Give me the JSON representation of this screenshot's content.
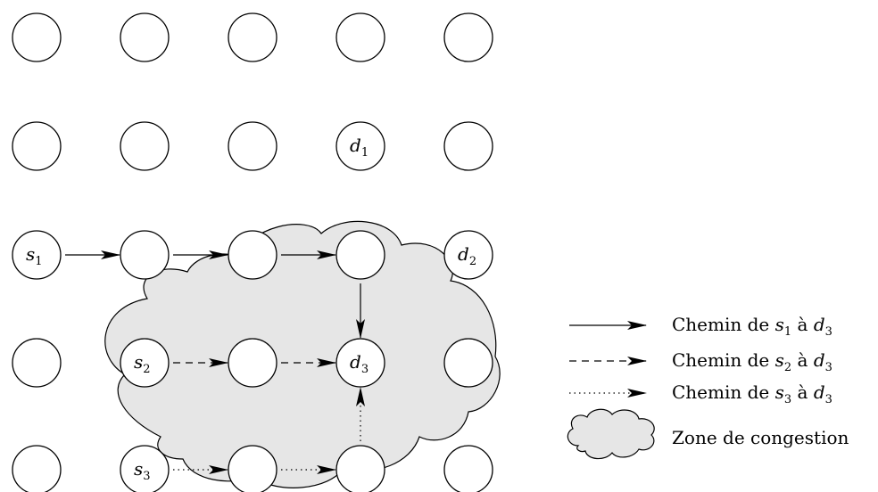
{
  "nodes": [
    {
      "row": 0,
      "col": 0,
      "label": "",
      "sub": ""
    },
    {
      "row": 0,
      "col": 1,
      "label": "",
      "sub": ""
    },
    {
      "row": 0,
      "col": 2,
      "label": "",
      "sub": ""
    },
    {
      "row": 0,
      "col": 3,
      "label": "",
      "sub": ""
    },
    {
      "row": 0,
      "col": 4,
      "label": "",
      "sub": ""
    },
    {
      "row": 1,
      "col": 0,
      "label": "",
      "sub": ""
    },
    {
      "row": 1,
      "col": 1,
      "label": "",
      "sub": ""
    },
    {
      "row": 1,
      "col": 2,
      "label": "",
      "sub": ""
    },
    {
      "row": 1,
      "col": 3,
      "label": "d",
      "sub": "1"
    },
    {
      "row": 1,
      "col": 4,
      "label": "",
      "sub": ""
    },
    {
      "row": 2,
      "col": 0,
      "label": "s",
      "sub": "1"
    },
    {
      "row": 2,
      "col": 1,
      "label": "",
      "sub": ""
    },
    {
      "row": 2,
      "col": 2,
      "label": "",
      "sub": ""
    },
    {
      "row": 2,
      "col": 3,
      "label": "",
      "sub": ""
    },
    {
      "row": 2,
      "col": 4,
      "label": "d",
      "sub": "2"
    },
    {
      "row": 3,
      "col": 0,
      "label": "",
      "sub": ""
    },
    {
      "row": 3,
      "col": 1,
      "label": "s",
      "sub": "2"
    },
    {
      "row": 3,
      "col": 2,
      "label": "",
      "sub": ""
    },
    {
      "row": 3,
      "col": 3,
      "label": "d",
      "sub": "3"
    },
    {
      "row": 3,
      "col": 4,
      "label": "",
      "sub": ""
    },
    {
      "row": 4,
      "col": 0,
      "label": "",
      "sub": ""
    },
    {
      "row": 4,
      "col": 1,
      "label": "s",
      "sub": "3"
    },
    {
      "row": 4,
      "col": 2,
      "label": "",
      "sub": ""
    },
    {
      "row": 4,
      "col": 3,
      "label": "",
      "sub": ""
    },
    {
      "row": 4,
      "col": 4,
      "label": "",
      "sub": ""
    }
  ],
  "paths": [
    {
      "style": "solid",
      "edges": [
        [
          [
            2,
            0
          ],
          [
            2,
            1
          ]
        ],
        [
          [
            2,
            1
          ],
          [
            2,
            2
          ]
        ],
        [
          [
            2,
            2
          ],
          [
            2,
            3
          ]
        ],
        [
          [
            2,
            3
          ],
          [
            3,
            3
          ]
        ]
      ]
    },
    {
      "style": "dashed",
      "edges": [
        [
          [
            3,
            1
          ],
          [
            3,
            2
          ]
        ],
        [
          [
            3,
            2
          ],
          [
            3,
            3
          ]
        ]
      ]
    },
    {
      "style": "dotted",
      "edges": [
        [
          [
            4,
            1
          ],
          [
            4,
            2
          ]
        ],
        [
          [
            4,
            2
          ],
          [
            4,
            3
          ]
        ],
        [
          [
            4,
            3
          ],
          [
            3,
            3
          ]
        ]
      ]
    }
  ],
  "legend": [
    {
      "style": "solid",
      "prefix": "Chemin de ",
      "from_var": "s",
      "from_sub": "1",
      "middle": " à ",
      "to_var": "d",
      "to_sub": "3"
    },
    {
      "style": "dashed",
      "prefix": "Chemin de ",
      "from_var": "s",
      "from_sub": "2",
      "middle": " à ",
      "to_var": "d",
      "to_sub": "3"
    },
    {
      "style": "dotted",
      "prefix": "Chemin de ",
      "from_var": "s",
      "from_sub": "3",
      "middle": " à ",
      "to_var": "d",
      "to_sub": "3"
    }
  ],
  "cloud_legend": {
    "label": "Zone de congestion"
  },
  "colors": {
    "cloud_fill": "#e6e6e6",
    "stroke": "#000000",
    "node_fill": "#ffffff"
  }
}
